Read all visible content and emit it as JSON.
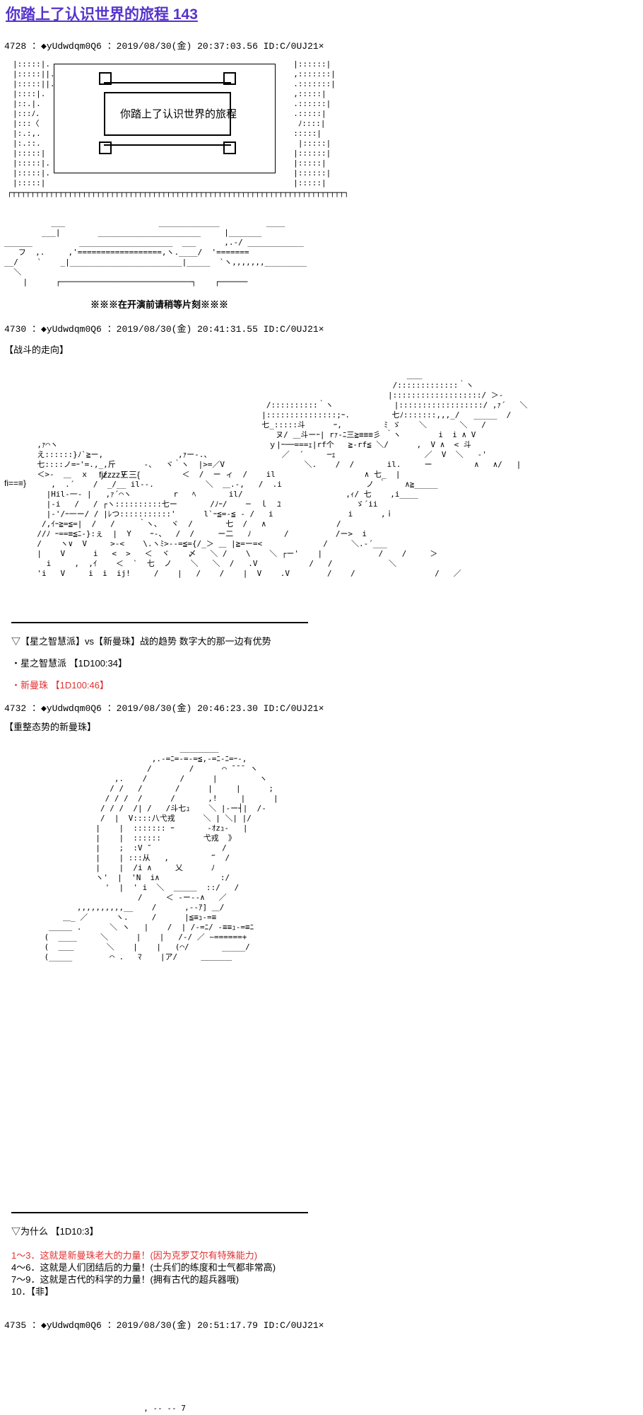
{
  "title": "你踏上了认识世界的旅程 143",
  "posts": [
    {
      "header": "4728 ：◆yUdwdqm0Q6 ：2019/08/30(金) 20:37:03.56 ID:C/0UJ21×"
    },
    {
      "header": "4730 ：◆yUdwdqm0Q6 ：2019/08/30(金) 20:41:31.55 ID:C/0UJ21×"
    },
    {
      "header": "4732 ：◆yUdwdqm0Q6 ：2019/08/30(金) 20:46:23.30 ID:C/0UJ21×"
    },
    {
      "header": "4735 ：◆yUdwdqm0Q6 ：2019/08/30(金) 20:51:17.79 ID:C/0UJ21×"
    }
  ],
  "post1": {
    "banner": "你踏上了认识世界的旅程",
    "notice": "※※※在开演前请稍等片刻※※※"
  },
  "post2": {
    "heading": "【战斗的走向】",
    "aa_small": "fjzzzz三三{",
    "aa_left": "fi==≡}",
    "roll_prompt": "▽【星之智慧派】vs【新曼珠】战的趋势  数字大的那一边有优势",
    "roll1": "・星之智慧派  【1D100:34】",
    "roll2": "・新曼珠  【1D100:46】"
  },
  "post3": {
    "heading": "【重整态势的新曼珠】",
    "question": "▽为什么  【1D10:3】",
    "options": [
      "1～3．这就是新曼珠老大的力量！(因为克罗艾尔有特殊能力)",
      "4～6．这就是人们团结后的力量！(士兵们的练度和士气都非常高)",
      "7～9．这就是古代的科学的力量！(拥有古代的超兵器哦)",
      "10．【非】"
    ]
  },
  "colors": {
    "title": "#5533cc",
    "highlight": "#e03030"
  }
}
